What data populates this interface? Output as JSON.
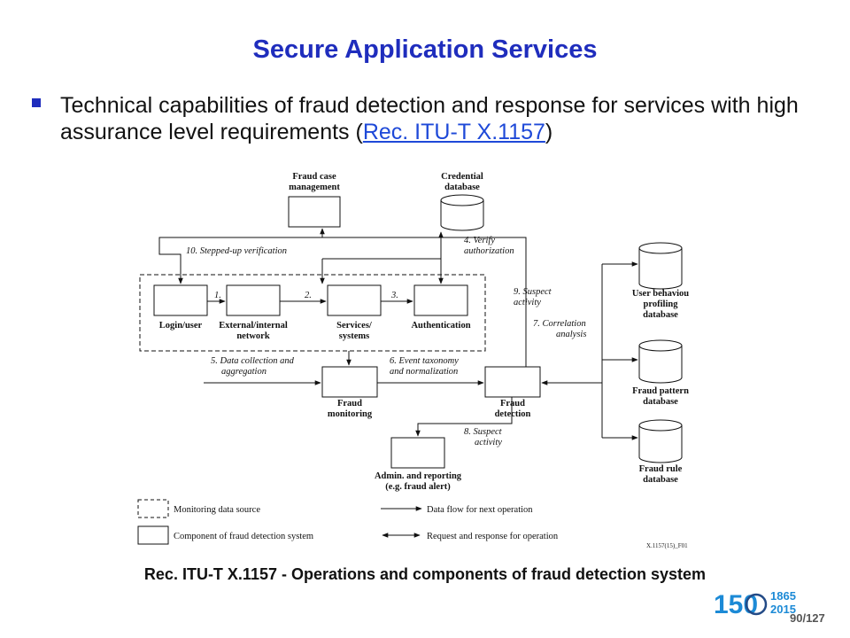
{
  "title": "Secure Application Services",
  "bullet": {
    "text_before": "Technical capabilities of fraud detection and response for services with high assurance level requirements (",
    "link_text": "Rec. ITU-T X.1157",
    "text_after": ")"
  },
  "diagram": {
    "components": {
      "fraud_case_management": [
        "Fraud case",
        "management"
      ],
      "credential_db": [
        "Credential",
        "database"
      ],
      "login_user": [
        "Login/user"
      ],
      "external_internal_network": [
        "External/internal",
        "network"
      ],
      "services_systems": [
        "Services/",
        "systems"
      ],
      "authentication": [
        "Authentication"
      ],
      "fraud_monitoring": [
        "Fraud",
        "monitoring"
      ],
      "fraud_detection": [
        "Fraud",
        "detection"
      ],
      "admin_reporting": [
        "Admin. and reporting",
        "(e.g. fraud alert)"
      ],
      "user_behaviour_db": [
        "User behaviou",
        "profiling",
        "database"
      ],
      "fraud_pattern_db": [
        "Fraud pattern",
        "database"
      ],
      "fraud_rule_db": [
        "Fraud rule",
        "database"
      ]
    },
    "steps": {
      "s1": "1.",
      "s2": "2.",
      "s3": "3.",
      "s4": [
        "4. Verify",
        "authorization"
      ],
      "s5": [
        "5. Data collection and",
        "aggregation"
      ],
      "s6": [
        "6. Event taxonomy",
        "and normalization"
      ],
      "s7": [
        "7. Correlation",
        "analysis"
      ],
      "s8": [
        "8. Suspect",
        "activity"
      ],
      "s9": [
        "9. Suspect",
        "activity"
      ],
      "s10": "10. Stepped-up verification"
    },
    "legend": {
      "monitoring_source": "Monitoring data source",
      "component": "Component of fraud detection system",
      "data_flow": "Data flow for next operation",
      "request_response": "Request and response for operation"
    },
    "figure_id": "X.1157(15)_F01"
  },
  "caption": "Rec. ITU-T X.1157 - Operations and components of fraud detection system",
  "logo": {
    "number": "150",
    "years": [
      "1865",
      "2015"
    ],
    "colors": {
      "blue": "#1c8ad6",
      "dark": "#234a86"
    }
  },
  "page_number": "90/127",
  "colors": {
    "title": "#1f2dbd",
    "link": "#1e49d8",
    "bullet": "#1f2dbd"
  }
}
